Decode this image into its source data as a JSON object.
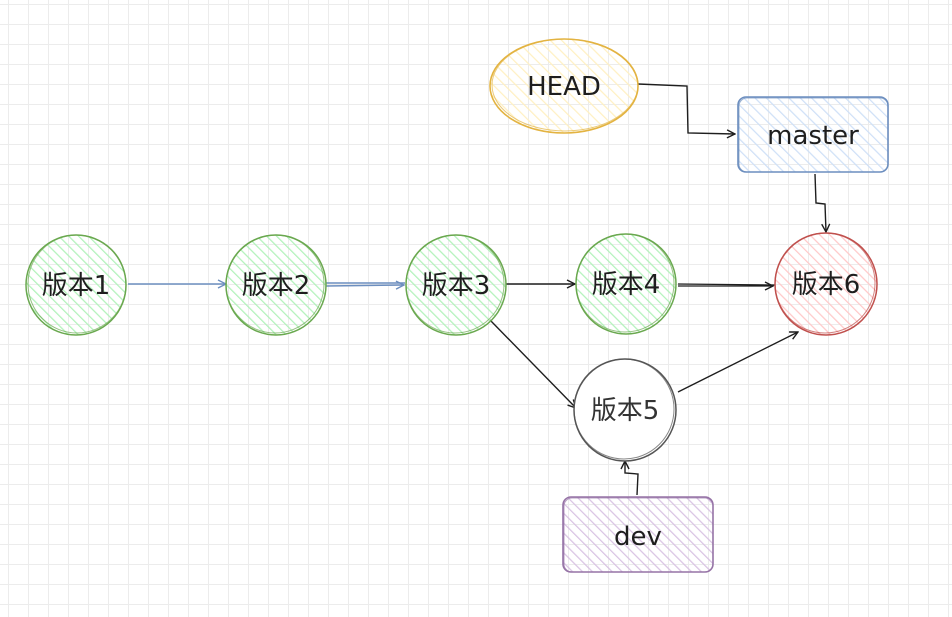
{
  "nodes": [
    {
      "id": "v1",
      "label": "版本1"
    },
    {
      "id": "v2",
      "label": "版本2"
    },
    {
      "id": "v3",
      "label": "版本3"
    },
    {
      "id": "v4",
      "label": "版本4"
    },
    {
      "id": "v5",
      "label": "版本5"
    },
    {
      "id": "v6",
      "label": "版本6"
    }
  ],
  "refs": {
    "head": "HEAD",
    "master": "master",
    "dev": "dev"
  },
  "edges": [
    [
      "v1",
      "v2"
    ],
    [
      "v2",
      "v3"
    ],
    [
      "v3",
      "v4"
    ],
    [
      "v4",
      "v6"
    ],
    [
      "v3",
      "v5"
    ],
    [
      "v5",
      "v6"
    ],
    [
      "head",
      "master"
    ],
    [
      "master",
      "v6"
    ],
    [
      "dev",
      "v5"
    ]
  ],
  "colors": {
    "commit_stroke": "#6aa84f",
    "commit_fill": "#b2f2bb",
    "latest_stroke": "#c0504d",
    "latest_fill": "#ffc9c9",
    "neutral_stroke": "#555555",
    "head_stroke": "#e3b341",
    "head_fill": "#fff3bf",
    "master_stroke": "#6c8ebf",
    "master_fill": "#dae8fc",
    "dev_stroke": "#9673a6",
    "dev_fill": "#e1d5e7",
    "arrow_blue": "#6c8ebf",
    "arrow_dark": "#1e1e1e"
  }
}
